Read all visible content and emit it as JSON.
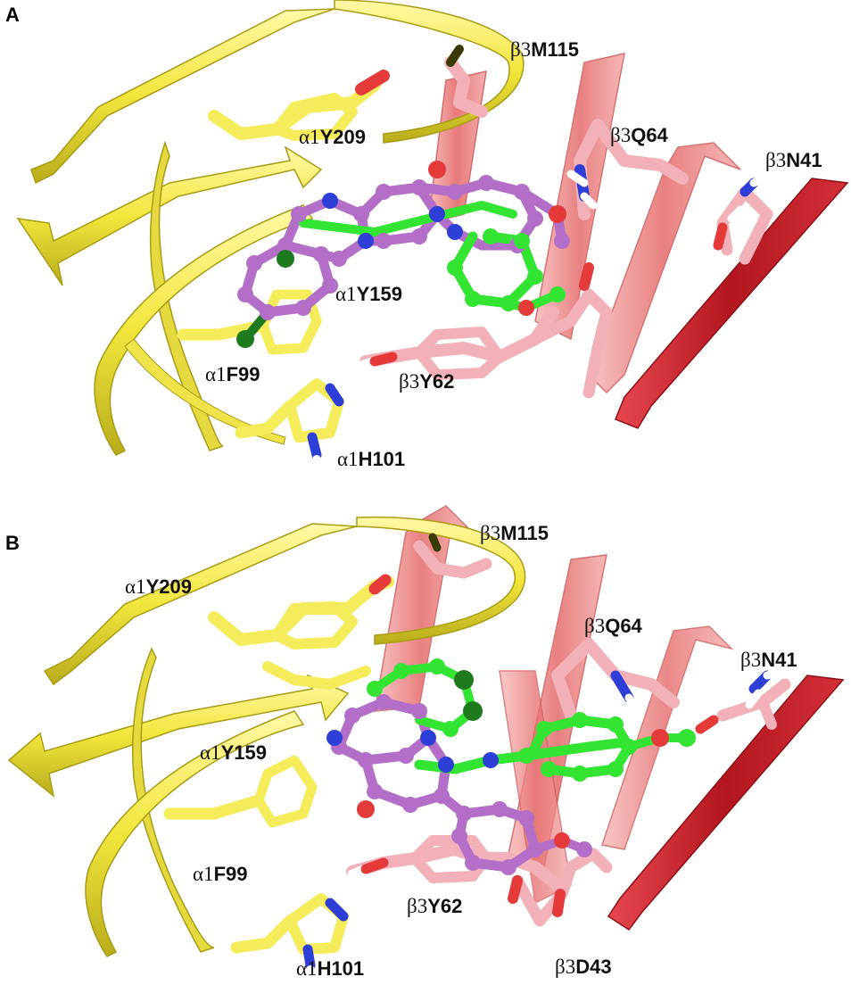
{
  "panels": [
    {
      "label": "A",
      "residues": [
        {
          "subunit": "β3",
          "name": "M115"
        },
        {
          "subunit": "α1",
          "name": "Y209"
        },
        {
          "subunit": "β3",
          "name": "Q64"
        },
        {
          "subunit": "β3",
          "name": "N41"
        },
        {
          "subunit": "α1",
          "name": "Y159"
        },
        {
          "subunit": "α1",
          "name": "F99"
        },
        {
          "subunit": "β3",
          "name": "Y62"
        },
        {
          "subunit": "α1",
          "name": "H101"
        }
      ]
    },
    {
      "label": "B",
      "residues": [
        {
          "subunit": "β3",
          "name": "M115"
        },
        {
          "subunit": "α1",
          "name": "Y209"
        },
        {
          "subunit": "β3",
          "name": "Q64"
        },
        {
          "subunit": "β3",
          "name": "N41"
        },
        {
          "subunit": "α1",
          "name": "Y159"
        },
        {
          "subunit": "α1",
          "name": "F99"
        },
        {
          "subunit": "β3",
          "name": "Y62"
        },
        {
          "subunit": "α1",
          "name": "H101"
        },
        {
          "subunit": "β3",
          "name": "D43"
        }
      ]
    }
  ],
  "colors": {
    "alpha1_ribbon": "#f4ec5a",
    "beta3_ribbon": "#e87a7a",
    "beta3_sheet": "#c8242c",
    "ligand_purple": "#b36fc8",
    "ligand_green": "#33e433",
    "nitrogen": "#2e3fd8",
    "oxygen": "#e43a3a",
    "hydrogen": "#ffffff"
  }
}
